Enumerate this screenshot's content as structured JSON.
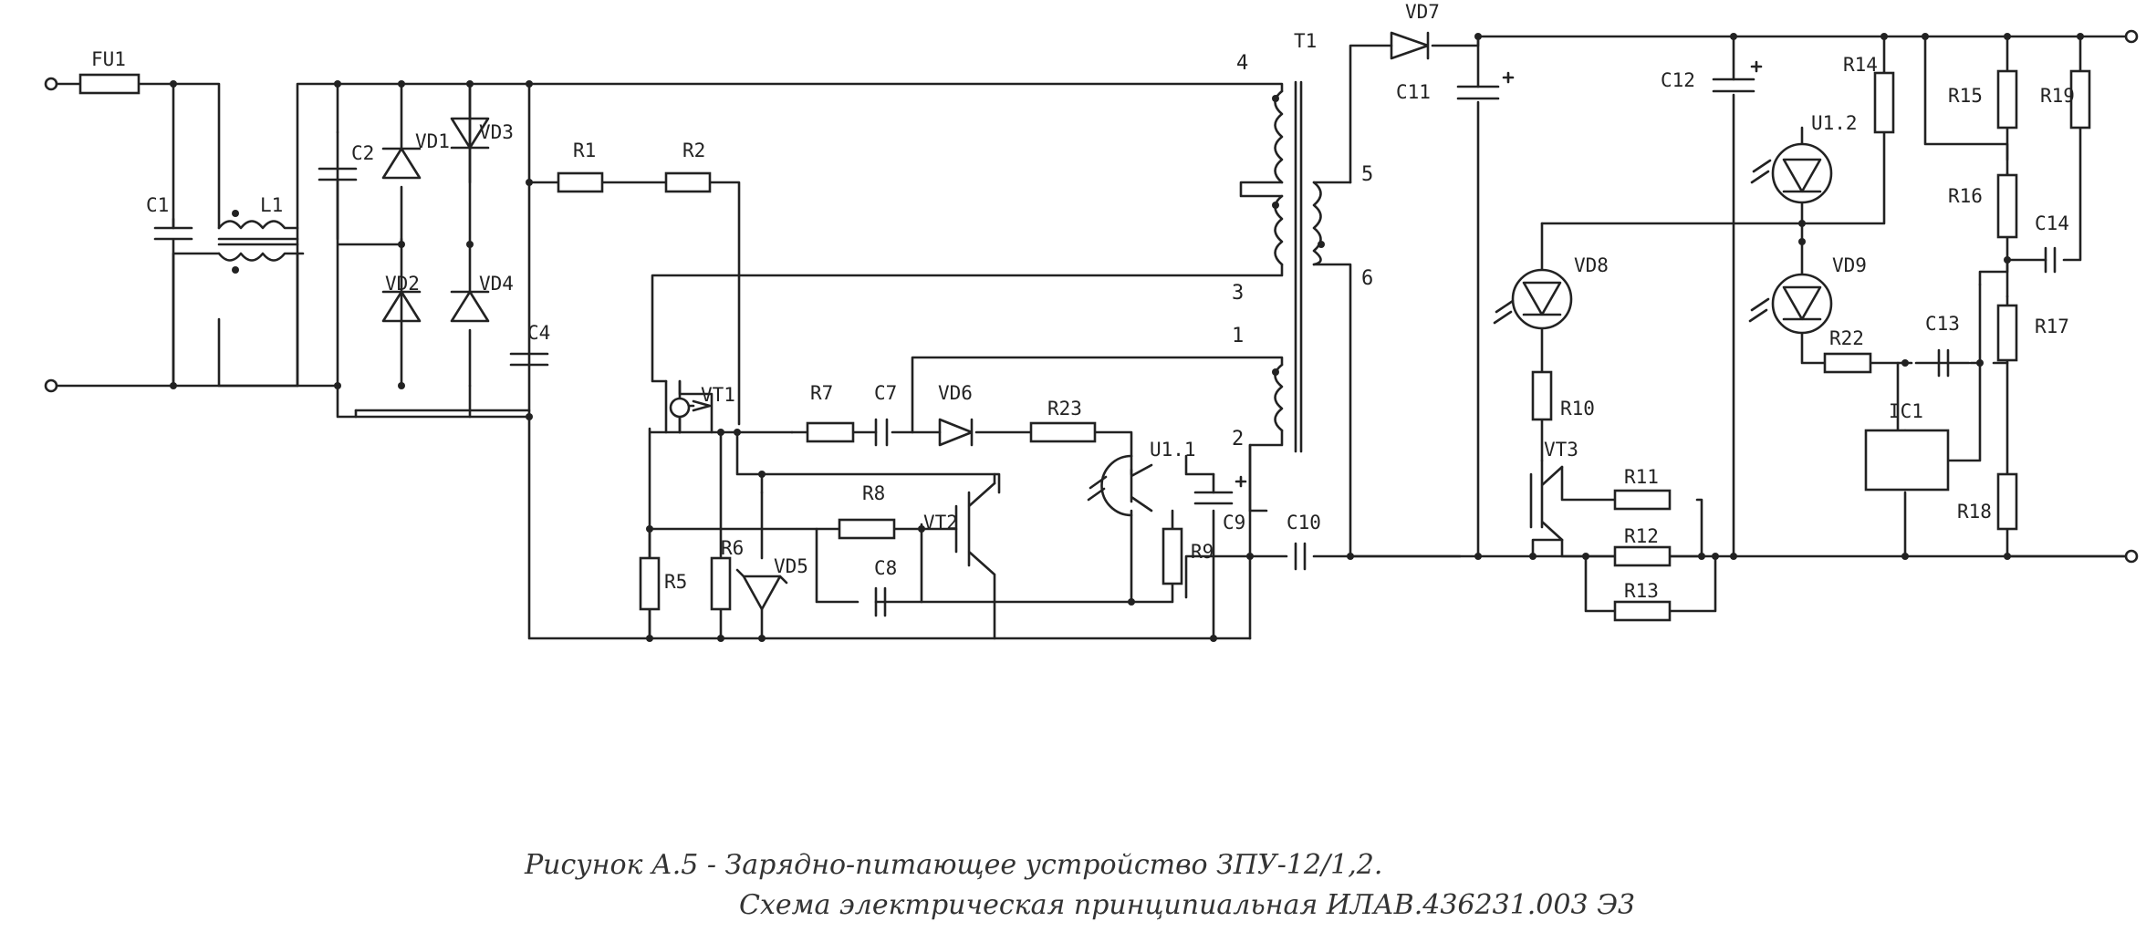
{
  "diagram": {
    "labels": {
      "FU1": "FU1",
      "C1": "C1",
      "L1": "L1",
      "C2": "C2",
      "VD1": "VD1",
      "VD2": "VD2",
      "VD3": "VD3",
      "VD4": "VD4",
      "C4": "C4",
      "R1": "R1",
      "R2": "R2",
      "T1": "T1",
      "P4": "4",
      "P3": "3",
      "P5": "5",
      "P6": "6",
      "P1": "1",
      "P2": "2",
      "VD7": "VD7",
      "C11": "C11",
      "C12": "C12",
      "R14": "R14",
      "R15": "R15",
      "R19": "R19",
      "R16": "R16",
      "C14": "C14",
      "U12": "U1.2",
      "VD8": "VD8",
      "VD9": "VD9",
      "R22": "R22",
      "C13": "C13",
      "R17": "R17",
      "IC1": "IC1",
      "R18": "R18",
      "R10": "R10",
      "VT3": "VT3",
      "R11": "R11",
      "R12": "R12",
      "R13": "R13",
      "VT1": "VT1",
      "R7": "R7",
      "C7": "C7",
      "VD6": "VD6",
      "R23": "R23",
      "U11": "U1.1",
      "R8": "R8",
      "VT2": "VT2",
      "C8": "C8",
      "C9": "C9",
      "R9": "R9",
      "C10": "C10",
      "R5": "R5",
      "R6": "R6",
      "VD5": "VD5"
    },
    "caption": {
      "line1": "Рисунок А.5 - Зарядно-питающее устройство ЗПУ-12/1,2.",
      "line2": "Схема электрическая принципиальная ИЛАВ.436231.003 Э3"
    }
  }
}
